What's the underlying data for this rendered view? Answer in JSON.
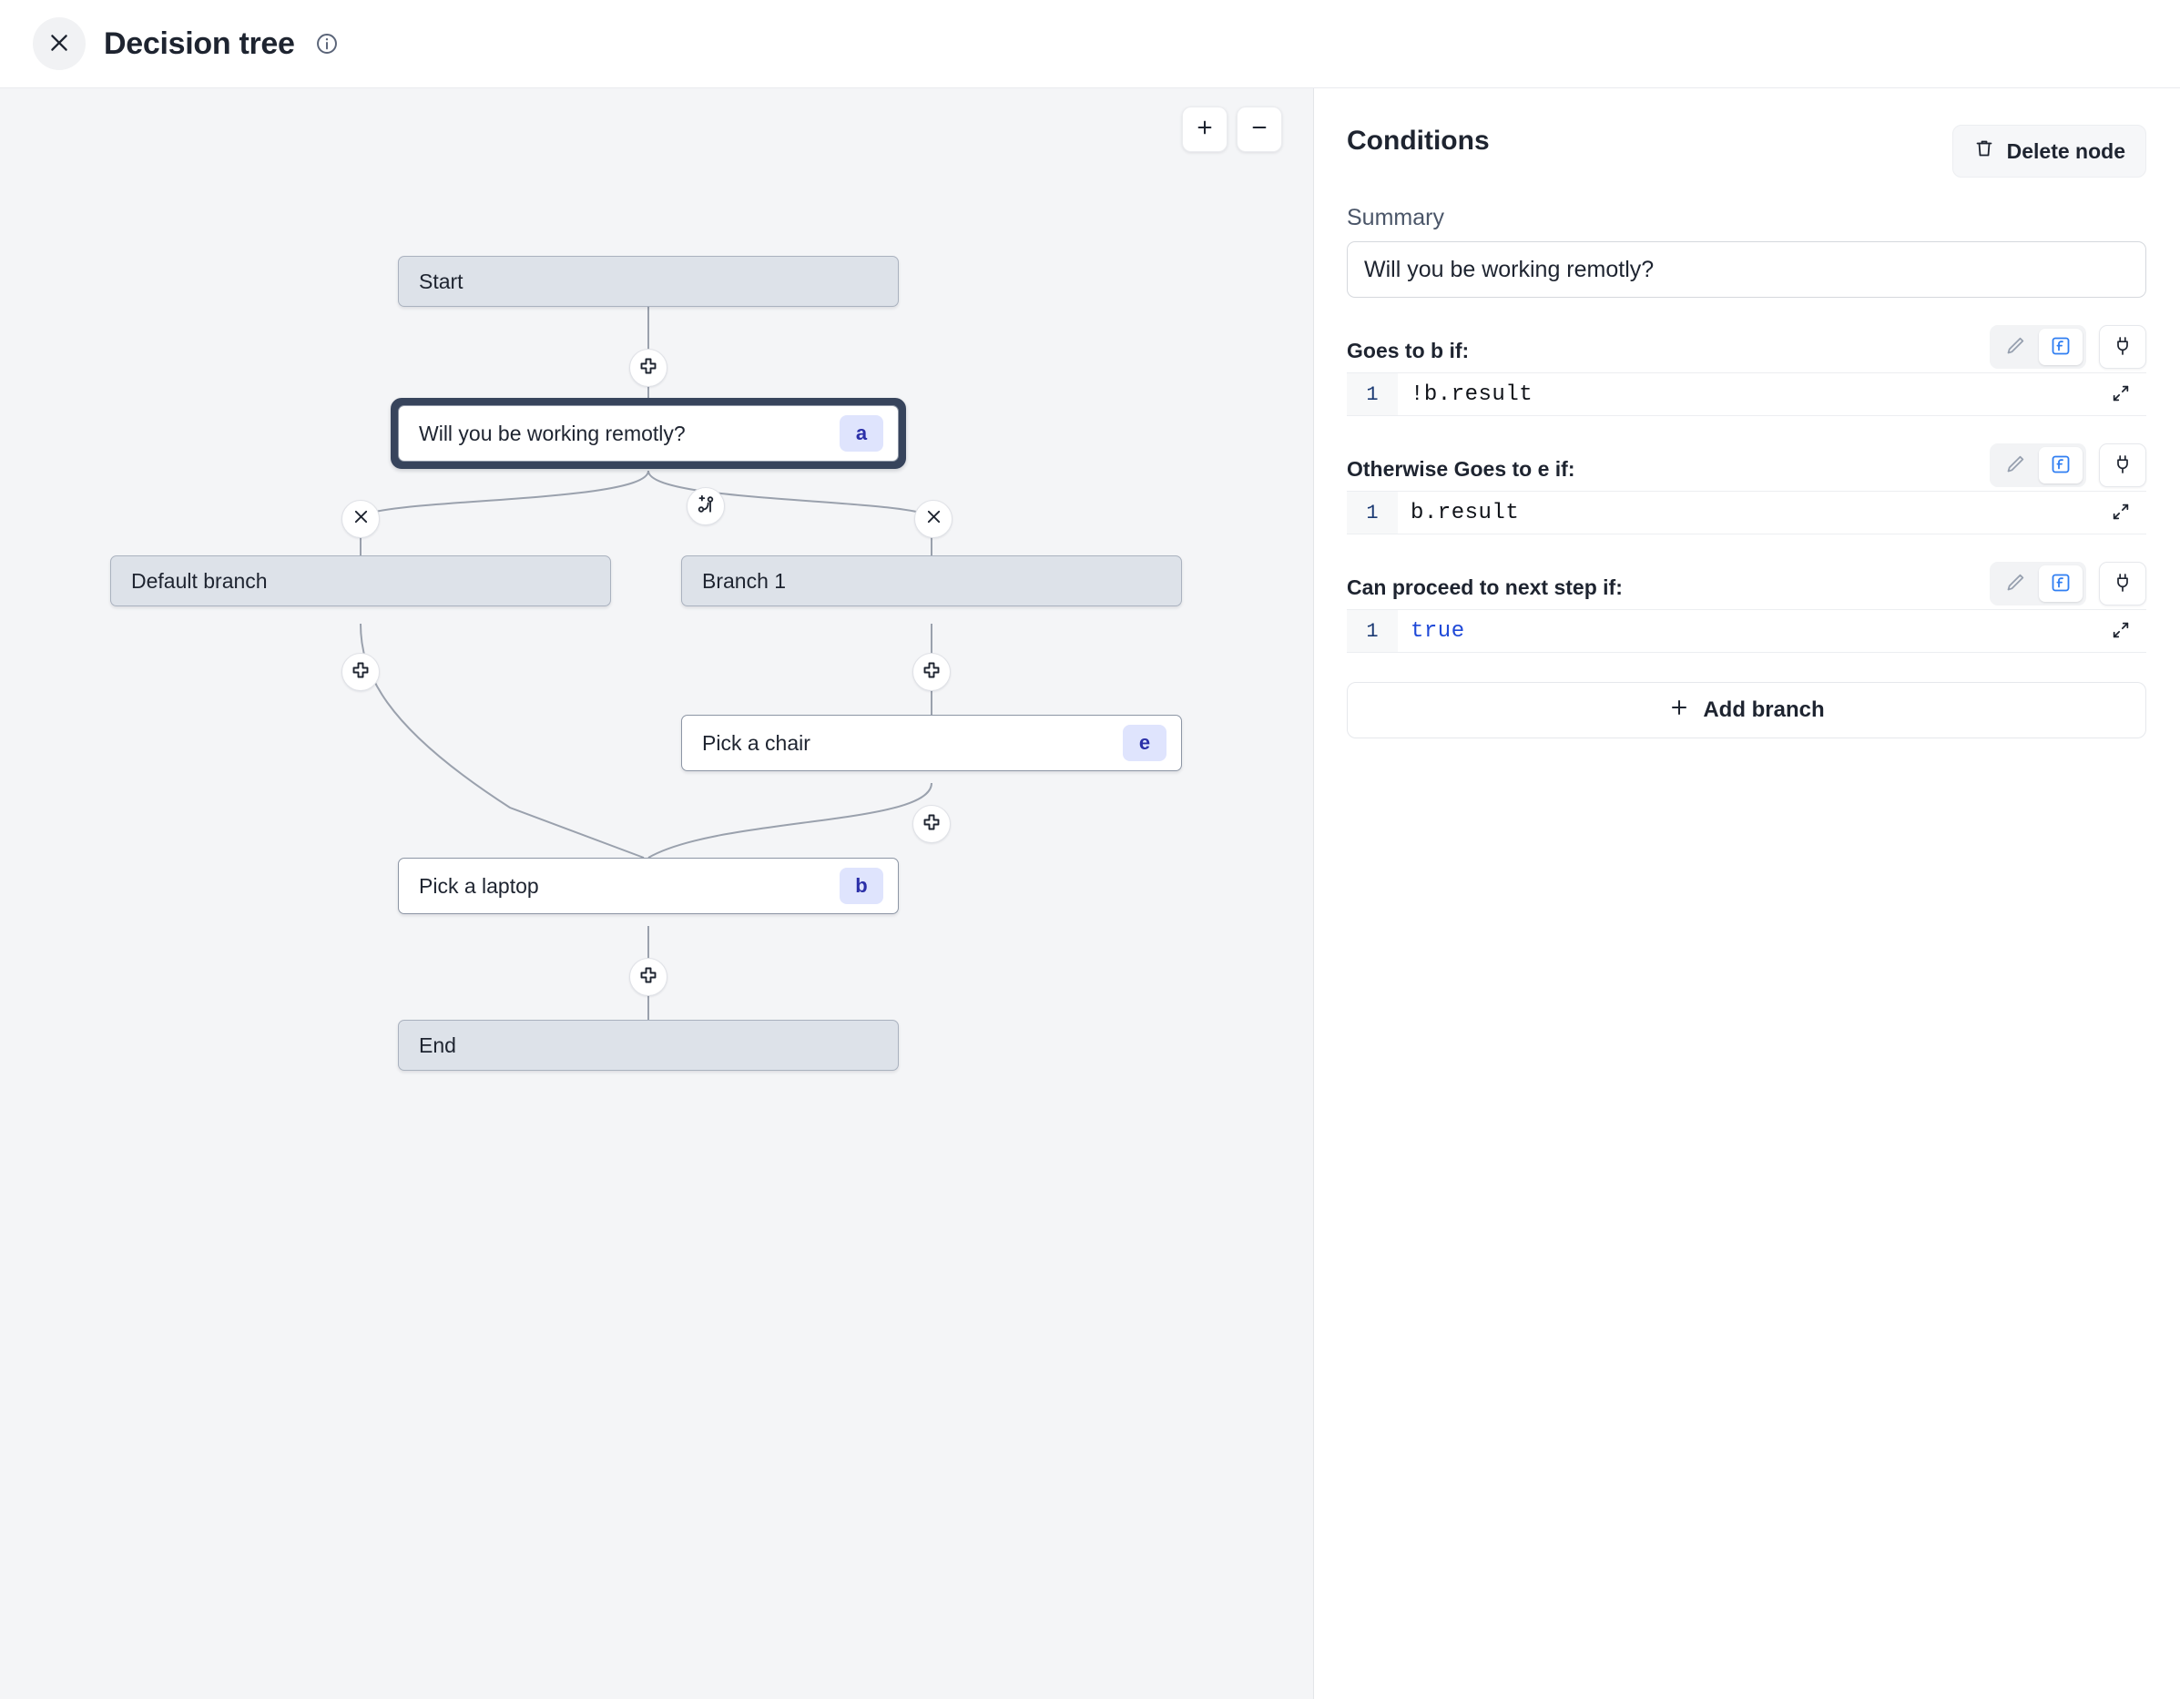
{
  "header": {
    "close_icon": "close-icon",
    "title": "Decision tree",
    "info_icon": "info-icon"
  },
  "canvas": {
    "zoom_in_label": "+",
    "zoom_out_label": "−",
    "nodes": [
      {
        "id": "start",
        "label": "Start",
        "type": "terminal",
        "badge": ""
      },
      {
        "id": "a",
        "label": "Will you be working remotly?",
        "type": "plain",
        "badge": "a",
        "selected": true
      },
      {
        "id": "default",
        "label": "Default branch",
        "type": "terminal",
        "badge": ""
      },
      {
        "id": "branch1",
        "label": "Branch 1",
        "type": "terminal",
        "badge": ""
      },
      {
        "id": "e",
        "label": "Pick a chair",
        "type": "plain",
        "badge": "e"
      },
      {
        "id": "b",
        "label": "Pick a laptop",
        "type": "plain",
        "badge": "b"
      },
      {
        "id": "end",
        "label": "End",
        "type": "terminal",
        "badge": ""
      }
    ],
    "handles": [
      {
        "id": "add-start-a",
        "icon": "plus-icon"
      },
      {
        "id": "add-branch",
        "icon": "branch-plus-icon"
      },
      {
        "id": "remove-default",
        "icon": "close-icon"
      },
      {
        "id": "remove-branch1",
        "icon": "close-icon"
      },
      {
        "id": "add-default-b",
        "icon": "plus-icon"
      },
      {
        "id": "add-branch1-e",
        "icon": "plus-icon"
      },
      {
        "id": "add-e-b",
        "icon": "plus-icon"
      },
      {
        "id": "add-b-end",
        "icon": "plus-icon"
      }
    ]
  },
  "panel": {
    "title": "Conditions",
    "delete_node_label": "Delete node",
    "delete_icon": "trash-icon",
    "summary_label": "Summary",
    "summary_value": "Will you be working remotly?",
    "summary_placeholder": "Summary",
    "add_branch_label": "Add branch",
    "add_branch_icon": "plus-icon",
    "conditions": [
      {
        "label": "Goes to b if:",
        "line_number": "1",
        "code": "!b.result",
        "code_kind": "expression",
        "pencil_icon": "pencil-icon",
        "function_icon": "function-icon",
        "plug_icon": "plug-icon",
        "expand_icon": "expand-icon",
        "active_mode": "function"
      },
      {
        "label": "Otherwise Goes to e if:",
        "line_number": "1",
        "code": "b.result",
        "code_kind": "expression",
        "pencil_icon": "pencil-icon",
        "function_icon": "function-icon",
        "plug_icon": "plug-icon",
        "expand_icon": "expand-icon",
        "active_mode": "function"
      },
      {
        "label": "Can proceed to next step if:",
        "line_number": "1",
        "code": "true",
        "code_kind": "keyword",
        "pencil_icon": "pencil-icon",
        "function_icon": "function-icon",
        "plug_icon": "plug-icon",
        "expand_icon": "expand-icon",
        "active_mode": "function"
      }
    ]
  },
  "colors": {
    "canvas_bg": "#f4f5f7",
    "terminal_node_bg": "#dde2e9",
    "badge_bg": "#dfe4fd",
    "badge_text": "#2b2fa8",
    "accent_blue": "#3b82f6",
    "selection_ring": "#37445c",
    "keyword_blue": "#1f49d8"
  }
}
